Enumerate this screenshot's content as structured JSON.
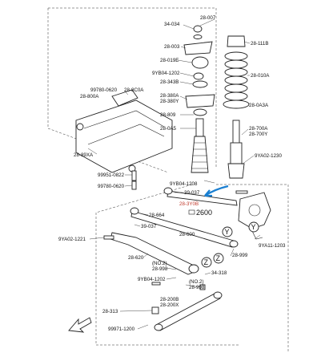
{
  "labels": {
    "l1": "28-007",
    "l2": "34-034",
    "l3": "28-003",
    "l4": "28-111B",
    "l5": "28-019E",
    "l6": "9YB04-1202",
    "l7": "28-343B",
    "l8": "28-010A",
    "l9": "99780-0620",
    "l10": "28-8C0A",
    "l11": "28-380A",
    "l12": "28-380Y",
    "l13": "28-800A",
    "l14": "28-0A3A",
    "l15": "28-809",
    "l16": "28-700A",
    "l17": "28-700Y",
    "l18": "28-0A5",
    "l19": "28-89XA",
    "l20": "9YA02-1230",
    "l21": "9YB04-1208",
    "l22": "99951-0822",
    "l23": "39-037",
    "l24": "99780-0620",
    "l25": "28-664",
    "l26": "39-037",
    "l27": "28-600",
    "l28": "9YA02-1221",
    "l29": "9YA11-1203",
    "l30": "28-620",
    "l31": "28-999",
    "l32": "(NO.2)",
    "l33": "28-998",
    "l34": "9YB04-1202",
    "l35": "34-318",
    "l36": "(NO.2)",
    "l37": "28-998",
    "l38": "28-200B",
    "l39": "28-200X",
    "l40": "28-313",
    "l41": "99971-1200"
  },
  "highlight": {
    "code": "28-3Y0B",
    "price": "2600",
    "color": "#1a7fd1"
  },
  "markers": [
    "Y",
    "Z",
    "Y",
    "Z"
  ],
  "colors": {
    "line": "#222222",
    "highlight_text": "#c0392b",
    "arrow": "#1a7fd1"
  }
}
